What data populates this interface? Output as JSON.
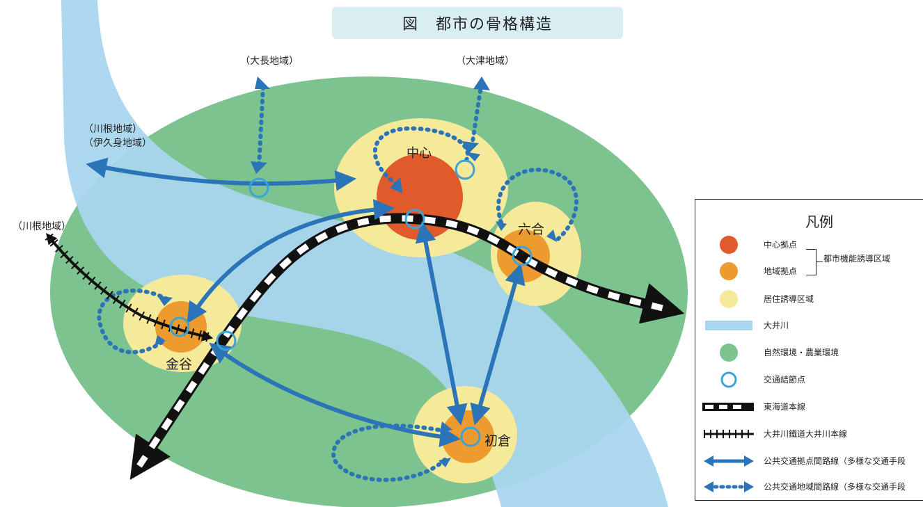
{
  "title": "図　都市の骨格構造",
  "map_labels": {
    "oonaga": "（大長地域）",
    "ootsu": "（大津地域）",
    "kawane_ikumi_1": "（川根地域）",
    "kawane_ikumi_2": "（伊久身地域）",
    "kawane": "（川根地域）",
    "center": "中心",
    "rokugo": "六合",
    "kanaya": "金谷",
    "hatsukura": "初倉"
  },
  "legend": {
    "title": "凡例",
    "items": [
      {
        "label": "中心拠点",
        "color": "#e05a2b"
      },
      {
        "label": "地域拠点",
        "color": "#ed9a2e"
      },
      {
        "label": "居住誘導区域",
        "color": "#f5e99a"
      },
      {
        "label": "大井川",
        "color": "#a9d6ee"
      },
      {
        "label": "自然環境・農業環境",
        "color": "#7cc38f"
      },
      {
        "label": "交通結節点",
        "color": "#3aa3d8"
      },
      {
        "label": "東海道本線",
        "color": "#000000"
      },
      {
        "label": "大井川鐵道大井川本線",
        "color": "#000000"
      },
      {
        "label": "公共交通拠点間路線（多様な交通手段",
        "color": "#2b74b8"
      },
      {
        "label": "公共交通地域間路線（多様な交通手段",
        "color": "#2b74b8"
      }
    ],
    "group_label": "都市機能誘導区域"
  },
  "colors": {
    "green": "#7cc38f",
    "river": "#a9d6ee",
    "yellow": "#f5e99a",
    "center_red": "#e05a2b",
    "orange": "#ed9a2e",
    "route_blue": "#2b74b8",
    "node_blue": "#3aa3d8"
  }
}
